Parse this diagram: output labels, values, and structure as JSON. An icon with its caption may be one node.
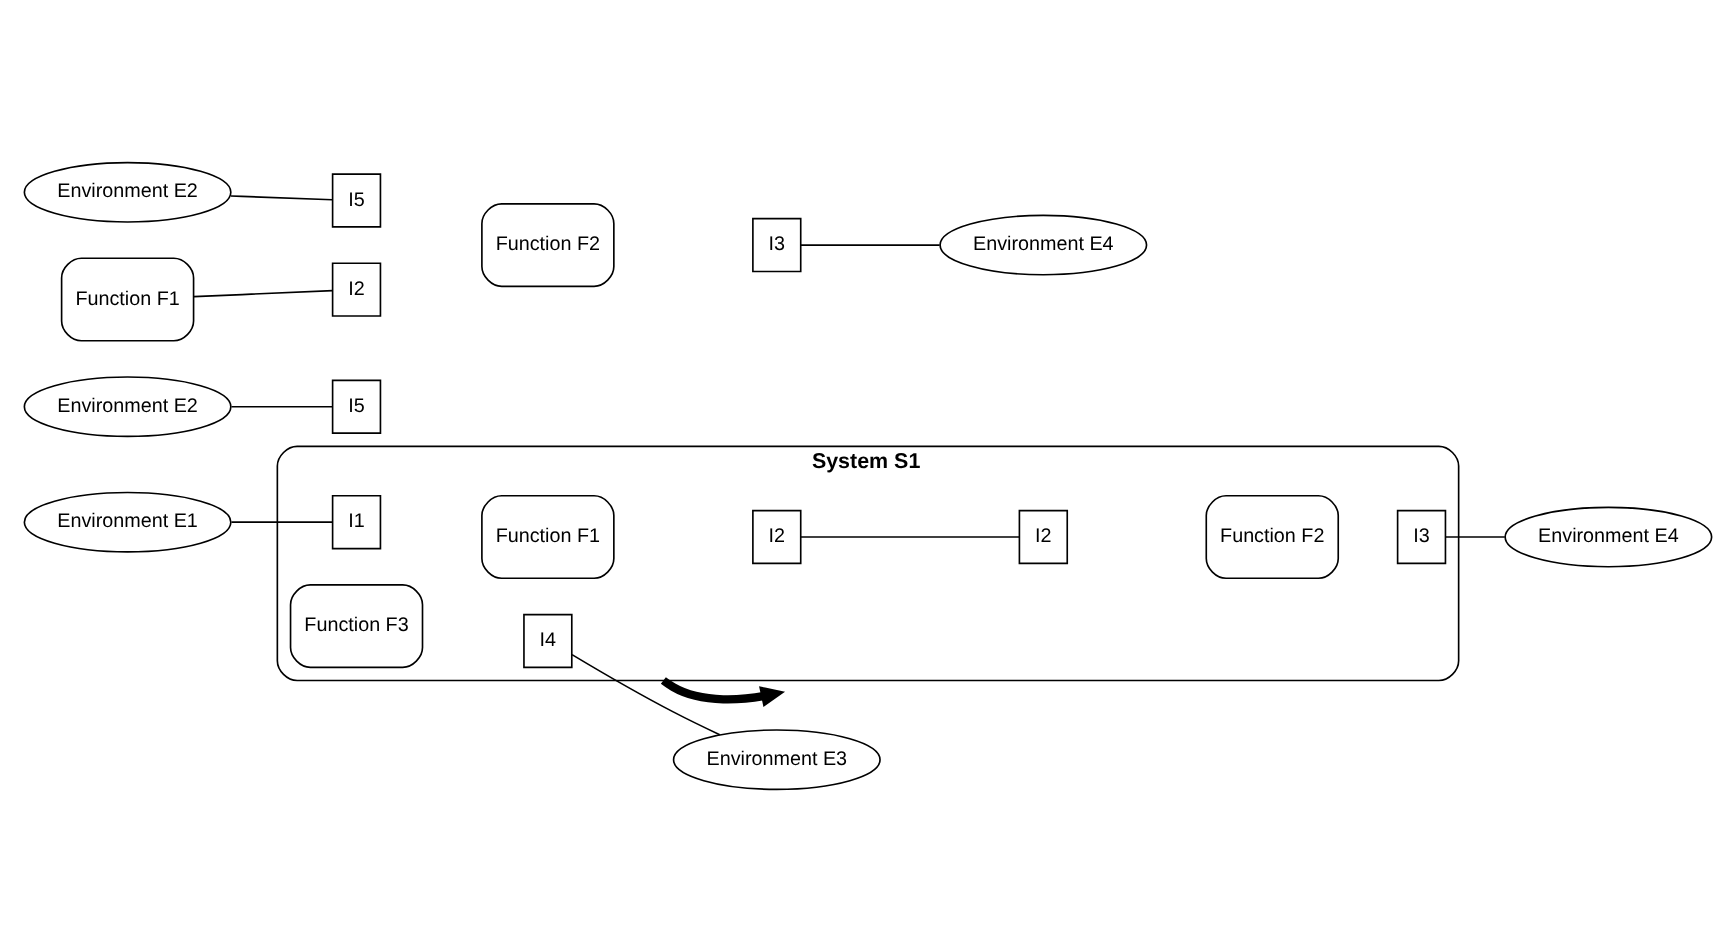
{
  "diagram": {
    "nodes": [
      {
        "text": [
          "System S1"
        ]
      },
      {
        "text": [
          "Environment E1"
        ]
      },
      {
        "text": [
          "Function F1"
        ],
        "in": 0
      },
      {
        "text": [
          "I1"
        ],
        "in": 0
      },
      {
        "text": [
          "I2"
        ],
        "in": 0
      },
      {
        "text": [
          "Function F2"
        ],
        "in": 0
      },
      {
        "text": [
          "I2"
        ],
        "in": 0
      },
      {
        "text": [
          "I3"
        ],
        "in": 0
      },
      {
        "text": [
          "Environment E4"
        ]
      },
      {
        "text": [
          "Environment E2"
        ]
      },
      {
        "text": [
          "I5"
        ]
      },
      {
        "text": [
          "Function F3"
        ],
        "in": 0
      },
      {
        "text": [
          "I4"
        ],
        "in": 0
      },
      {
        "text": [
          "Environment E3"
        ]
      },
      {
        "text": [
          "Environment E2"
        ]
      },
      {
        "text": [
          "I5"
        ]
      },
      {
        "text": [
          "Function F1"
        ]
      },
      {
        "text": [
          "I2"
        ]
      },
      {
        "text": [
          "Function F2"
        ]
      },
      {
        "text": [
          "I3"
        ]
      },
      {
        "text": [
          "Environment E4"
        ]
      }
    ],
    "edges": [
      {
        "from": 1,
        "to": 3,
        "arrow": "none"
      },
      {
        "from": 4,
        "to": 6,
        "arrow": "none"
      },
      {
        "from": 7,
        "to": 8,
        "arrow": "none"
      },
      {
        "from": 9,
        "to": 10,
        "arrow": "none"
      },
      {
        "from": 12,
        "to": 13,
        "arrow": "none"
      },
      {
        "from": 0,
        "to": null,
        "arrow": "to",
        "style": "thick"
      },
      {
        "from": 14,
        "to": 15,
        "arrow": "none"
      },
      {
        "from": 16,
        "to": 17,
        "arrow": "none"
      },
      {
        "from": 19,
        "to": 20,
        "arrow": "none"
      }
    ]
  }
}
